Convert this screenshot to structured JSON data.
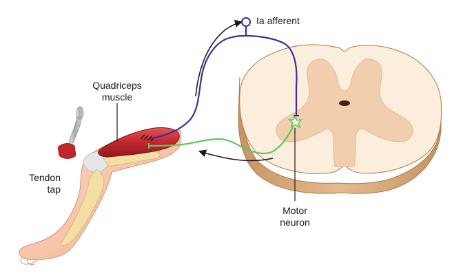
{
  "labels": {
    "ia_afferent": "Ia afferent",
    "quadriceps_line1": "Quadriceps",
    "quadriceps_line2": "muscle",
    "tendon_line1": "Tendon",
    "tendon_line2": "tap",
    "motor_line1": "Motor",
    "motor_line2": "neuron"
  },
  "colors": {
    "afferent": "#3d2e9c",
    "motor": "#5ec75a",
    "arrow": "#1a1a1a",
    "muscle": "#c0272d",
    "skin": "#f7c7ae",
    "bone": "#f3dfa6",
    "white_matter": "#fbeedd",
    "gray_matter": "#f1cfae",
    "cord_side": "#d9ad80"
  }
}
